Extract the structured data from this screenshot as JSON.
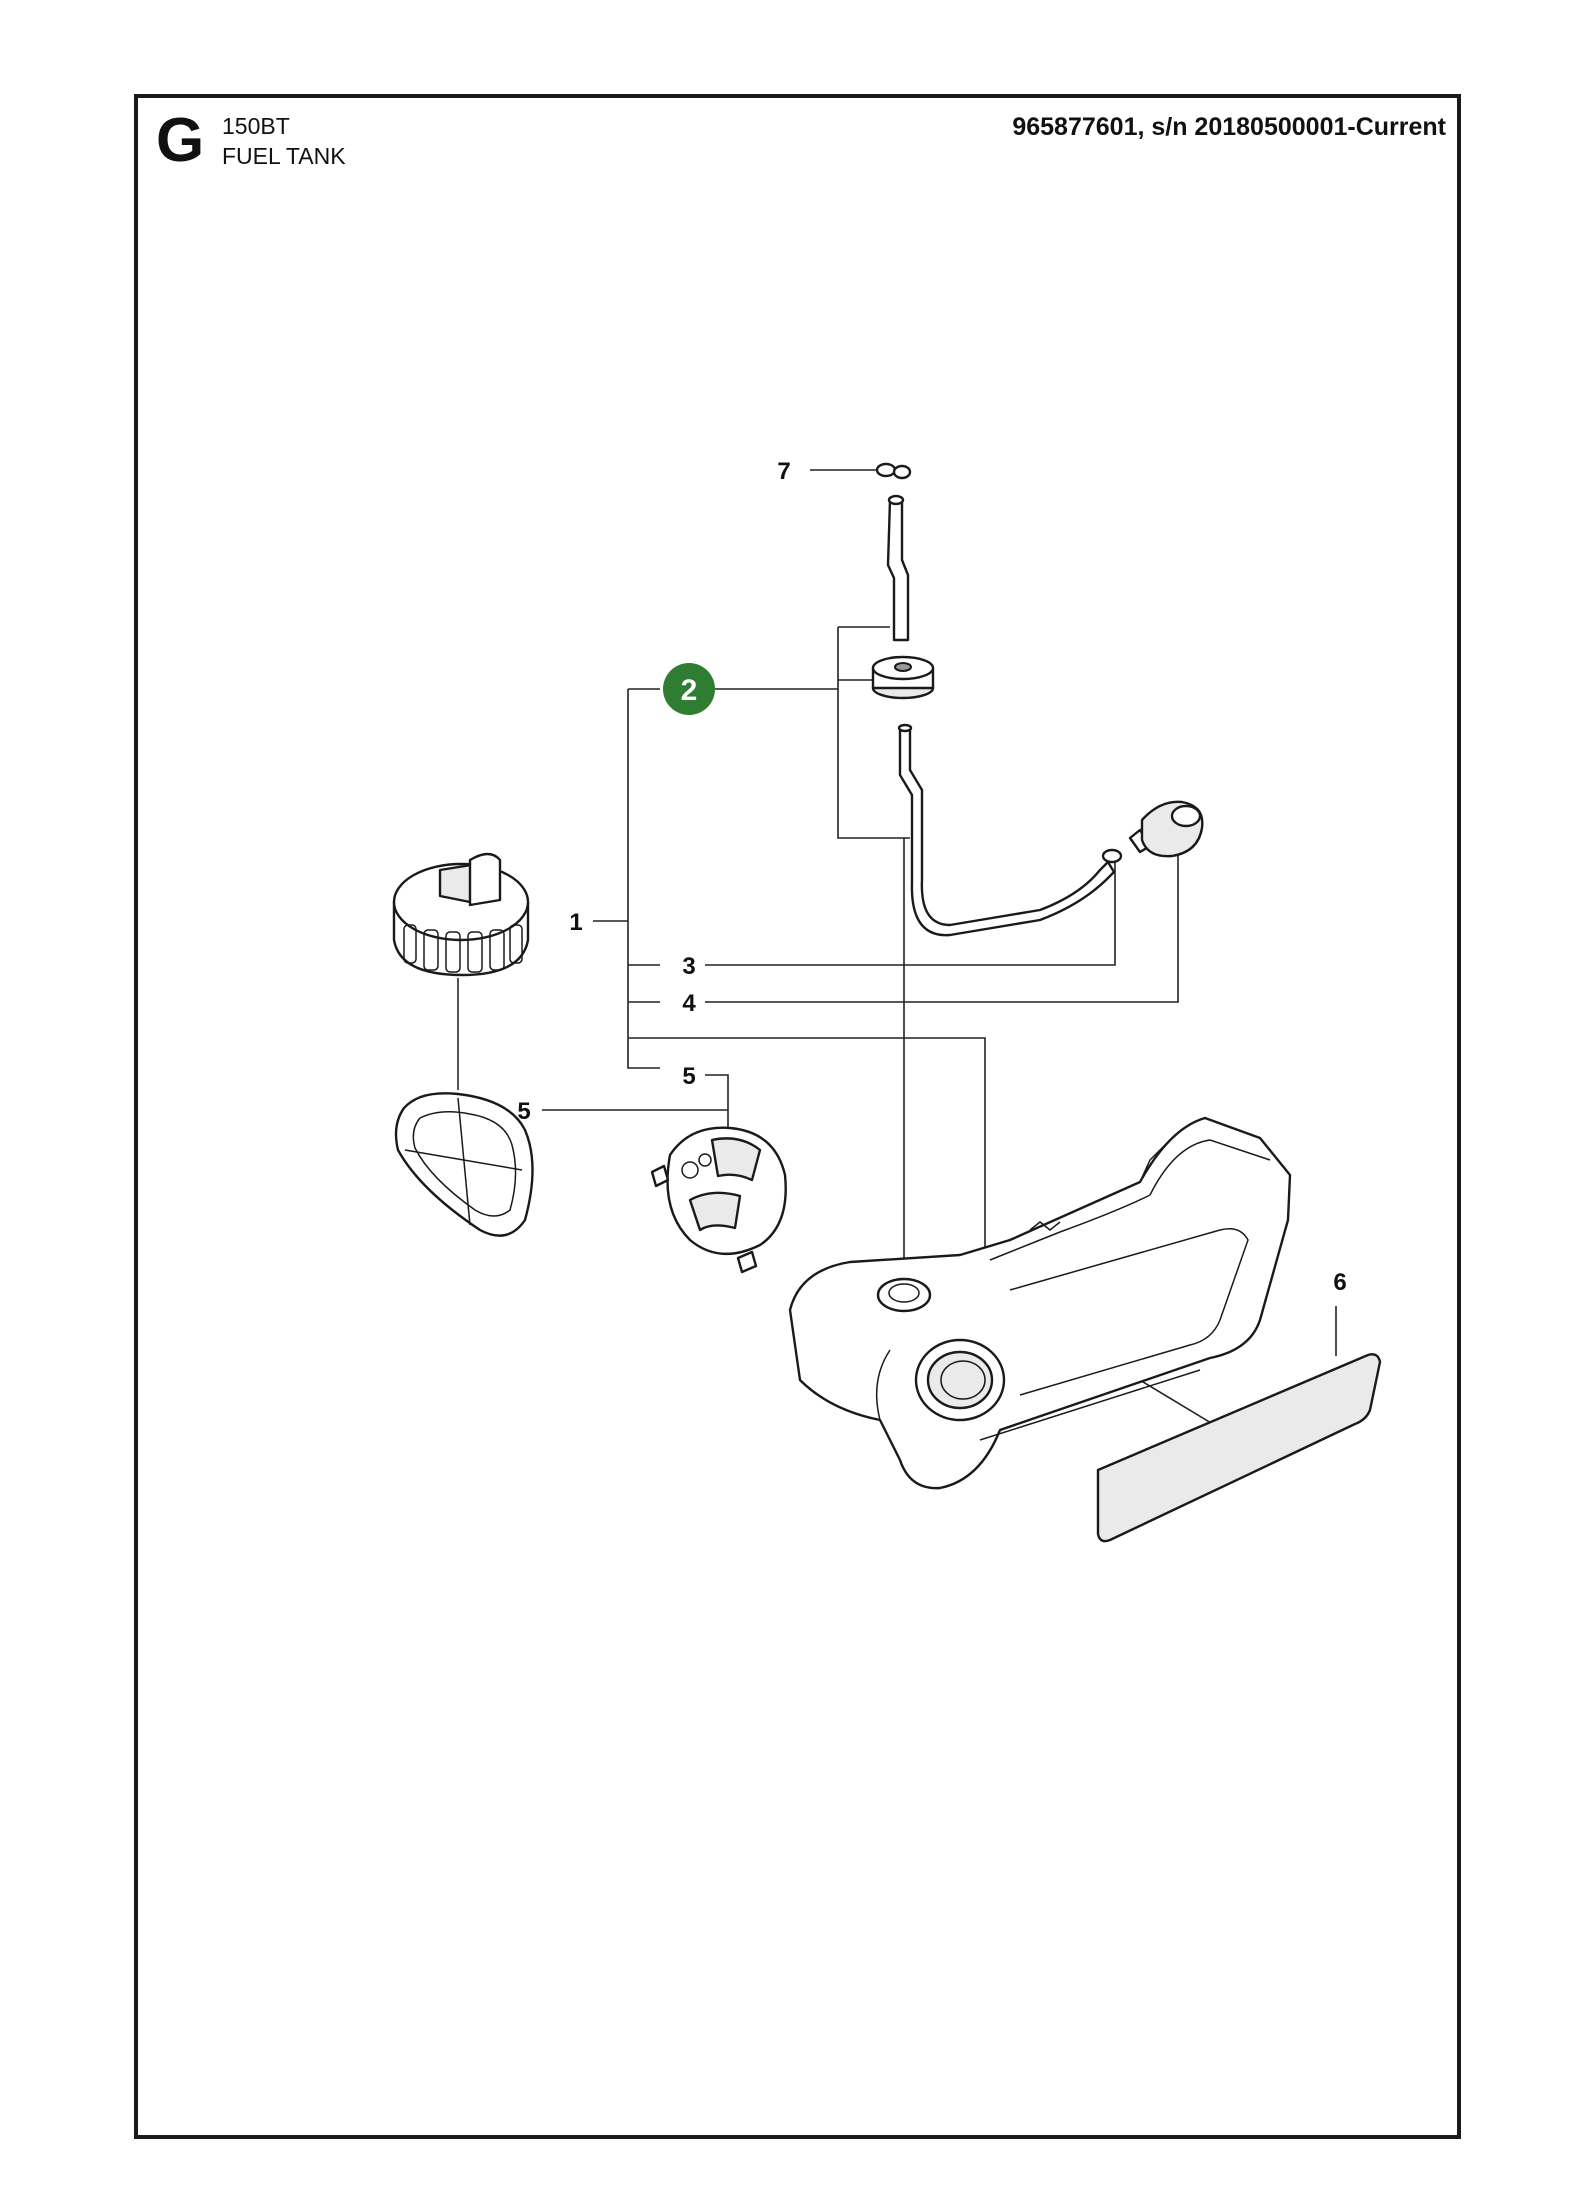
{
  "header": {
    "section_letter": "G",
    "model": "150BT",
    "title": "FUEL TANK",
    "part_reference": "965877601, s/n 20180500001-Current"
  },
  "callouts": {
    "c1": "1",
    "c2": "2",
    "c3": "3",
    "c4": "4",
    "c5a": "5",
    "c5b": "5",
    "c6": "6",
    "c7": "7"
  },
  "colors": {
    "highlight": "#2e7d32",
    "line": "#222222",
    "frame": "#1a1a1a"
  }
}
